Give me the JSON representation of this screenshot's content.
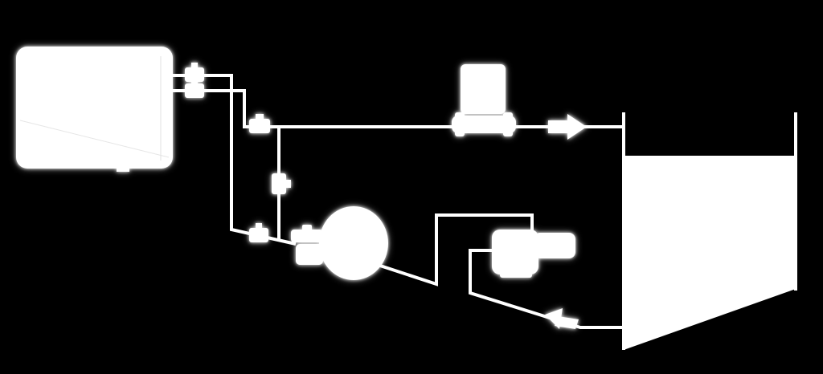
{
  "diagram": {
    "type": "pool-heat-pump-installation-schematic",
    "components": [
      {
        "key": "heat_pump",
        "icon": "heat-pump-unit-icon"
      },
      {
        "key": "chlorinator",
        "icon": "salt-chlorinator-icon"
      },
      {
        "key": "sand_filter",
        "icon": "sand-filter-icon"
      },
      {
        "key": "pump",
        "icon": "circulation-pump-icon"
      },
      {
        "key": "pool",
        "icon": "pool-basin-icon"
      },
      {
        "key": "bypass_valves",
        "icon": "valve-icon",
        "count": 5
      }
    ],
    "flow_arrows": [
      {
        "key": "return_to_pool",
        "icon": "flow-arrow-right-icon"
      },
      {
        "key": "suction_from_pool",
        "icon": "flow-arrow-left-icon"
      }
    ],
    "colors": {
      "background": "#000000",
      "foreground": "#ffffff"
    }
  }
}
